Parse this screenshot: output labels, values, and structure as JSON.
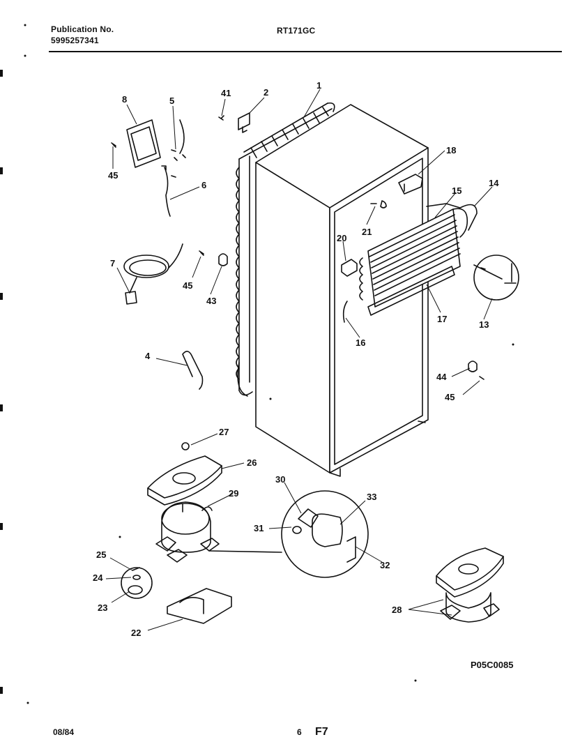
{
  "header": {
    "publication_label": "Publication No.",
    "publication_number": "5995257341",
    "model": "RT171GC"
  },
  "footer": {
    "date": "08/84",
    "page": "6",
    "section": "F7",
    "drawing_code": "P05C0085"
  },
  "callouts": [
    "1",
    "2",
    "41",
    "8",
    "5",
    "45",
    "6",
    "7",
    "45",
    "43",
    "4",
    "18",
    "15",
    "14",
    "21",
    "20",
    "17",
    "13",
    "16",
    "44",
    "45",
    "27",
    "26",
    "29",
    "30",
    "33",
    "31",
    "32",
    "25",
    "24",
    "23",
    "22",
    "28"
  ]
}
